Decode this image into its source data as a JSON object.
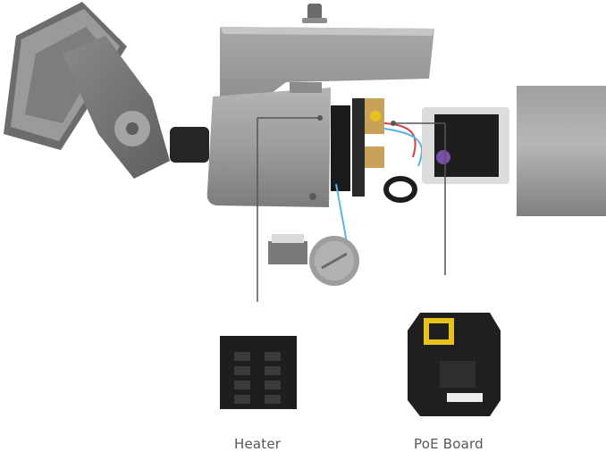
{
  "callouts": [
    {
      "id": "heater",
      "label": "Heater"
    },
    {
      "id": "poe",
      "label": "PoE Board"
    }
  ],
  "colors": {
    "housing": "#9a9a9a",
    "housing_dark": "#6f6f6f",
    "pcb_black": "#1e1e1e",
    "pcb_white": "#eeeeee",
    "leader_line": "#555555",
    "wire_blue": "#5ab4e6",
    "wire_red": "#d04040",
    "capacitor_yellow": "#e7c21c"
  },
  "icons": [
    "camera-housing-icon",
    "wall-mount-icon",
    "heater-pcb-icon",
    "poe-board-icon",
    "sunshield-icon"
  ]
}
